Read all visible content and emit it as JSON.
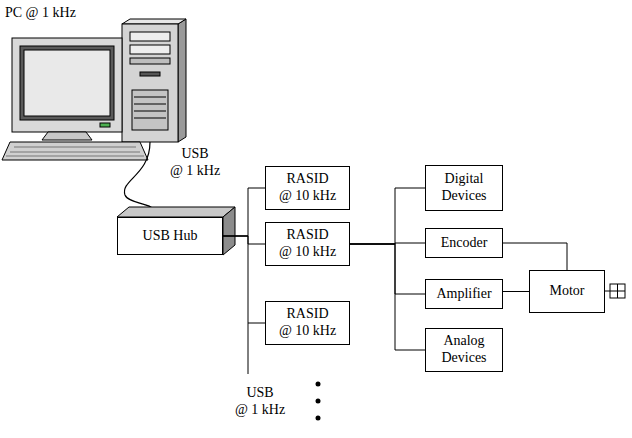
{
  "diagram": {
    "nodes": [
      {
        "text": [
          "USB Hub"
        ]
      },
      {
        "text": [
          "RASID @ 10 kHz"
        ]
      },
      {
        "text": [
          "RASID @ 10 kHz"
        ]
      },
      {
        "text": [
          "RASID @ 10 kHz"
        ]
      },
      {
        "text": [
          "Digital Devices"
        ]
      },
      {
        "text": [
          "Encoder"
        ]
      },
      {
        "text": [
          "Amplifier"
        ]
      },
      {
        "text": [
          "Analog Devices"
        ]
      },
      {
        "text": [
          "Motor"
        ]
      }
    ],
    "edges": [
      {
        "from": 0,
        "to": 1,
        "arrow": "none"
      },
      {
        "from": 0,
        "to": 2,
        "arrow": "none"
      },
      {
        "from": 0,
        "to": 3,
        "arrow": "none"
      },
      {
        "from": 2,
        "to": 4,
        "arrow": "none"
      },
      {
        "from": 2,
        "to": 5,
        "arrow": "none"
      },
      {
        "from": 2,
        "to": 6,
        "arrow": "none"
      },
      {
        "from": 2,
        "to": 7,
        "arrow": "none"
      },
      {
        "from": 5,
        "to": 8,
        "arrow": "none"
      },
      {
        "from": 6,
        "to": 8,
        "arrow": "none"
      }
    ],
    "labels": [
      "PC @ 1 kHz",
      "USB @ 1 kHz",
      "USB @ 1 kHz"
    ]
  }
}
